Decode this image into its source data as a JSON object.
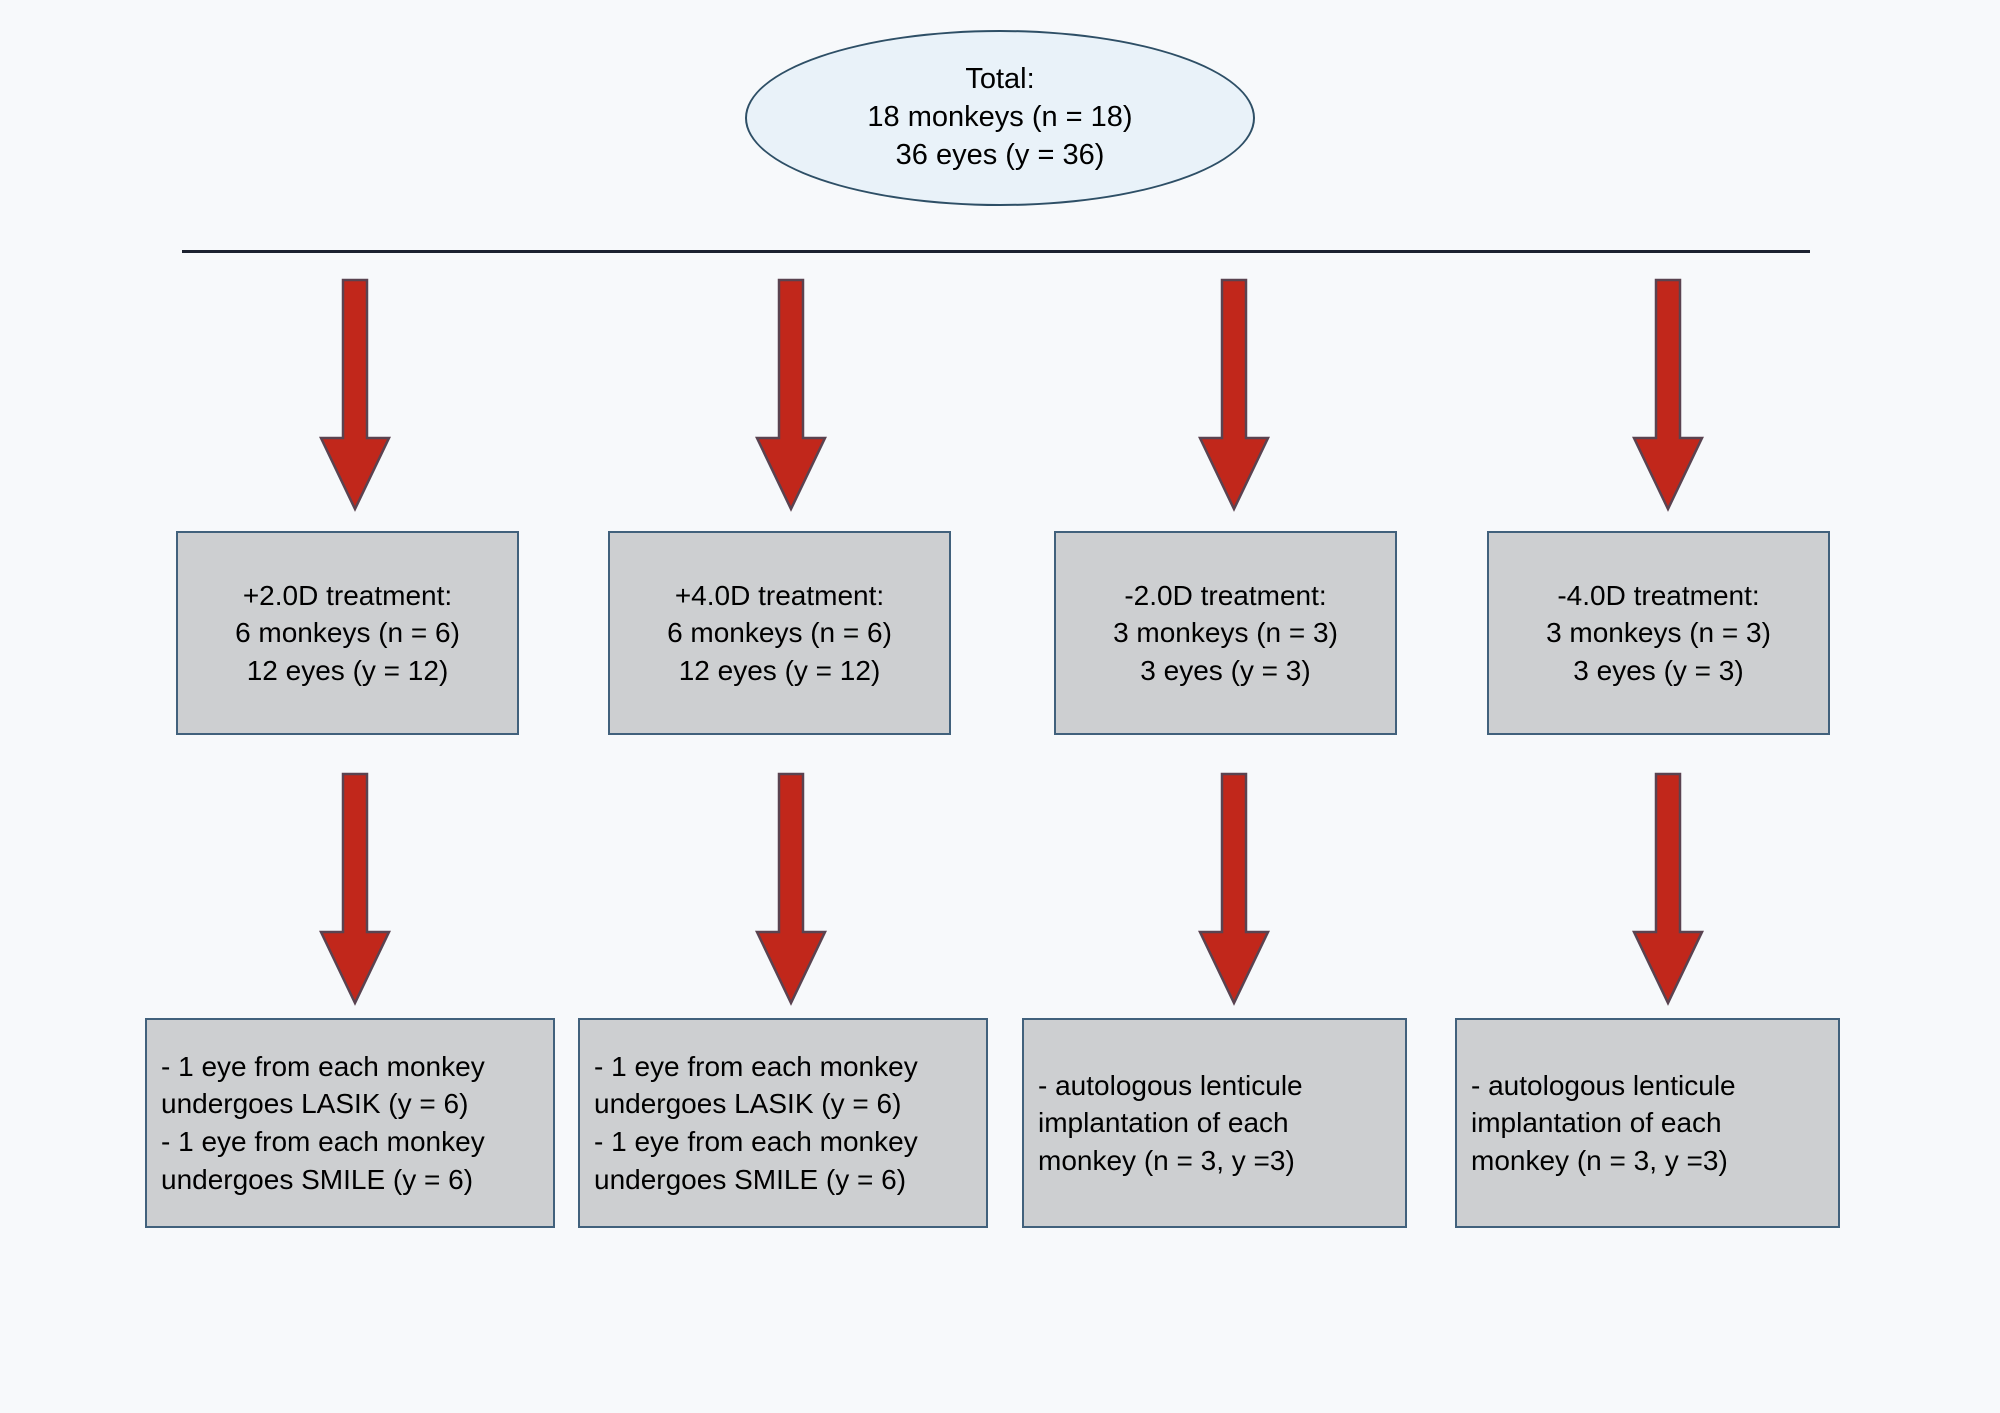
{
  "diagram": {
    "title": "Monkey refractive surgery study design flowchart",
    "colors": {
      "background": "#f7f9fb",
      "ellipse_fill": "#e9f2f9",
      "ellipse_border": "#2e4f66",
      "box_fill": "#cdcfd1",
      "box_border": "#41617c",
      "arrow_fill": "#c1271b",
      "arrow_border": "#5a4350",
      "line": "#1c2230",
      "text": "#000000"
    },
    "root": {
      "shape": "ellipse",
      "lines": [
        "Total:",
        "18 monkeys (n = 18)",
        "36 eyes (y = 36)"
      ]
    },
    "connector_bar": {
      "orientation": "horizontal",
      "label": "distribution-bar"
    },
    "branches": [
      {
        "key": "plus-2d",
        "treatment": {
          "lines": [
            "+2.0D treatment:",
            "6 monkeys (n = 6)",
            "12 eyes (y = 12)"
          ]
        },
        "outcome": {
          "align": "left",
          "lines": [
            "- 1 eye from each monkey",
            "undergoes LASIK (y = 6)",
            "- 1 eye from each monkey",
            "undergoes SMILE (y = 6)"
          ]
        }
      },
      {
        "key": "plus-4d",
        "treatment": {
          "lines": [
            "+4.0D treatment:",
            "6 monkeys (n = 6)",
            "12 eyes (y = 12)"
          ]
        },
        "outcome": {
          "align": "left",
          "lines": [
            "- 1 eye from each monkey",
            "undergoes LASIK (y = 6)",
            "- 1 eye from each monkey",
            "undergoes SMILE (y = 6)"
          ]
        }
      },
      {
        "key": "minus-2d",
        "treatment": {
          "lines": [
            "-2.0D treatment:",
            "3 monkeys (n = 3)",
            "3 eyes (y = 3)"
          ]
        },
        "outcome": {
          "align": "left",
          "lines": [
            "- autologous lenticule",
            "implantation of each",
            "monkey (n = 3, y =3)"
          ]
        }
      },
      {
        "key": "minus-4d",
        "treatment": {
          "lines": [
            "-4.0D treatment:",
            "3 monkeys (n = 3)",
            "3 eyes (y = 3)"
          ]
        },
        "outcome": {
          "align": "left",
          "lines": [
            "- autologous lenticule",
            "implantation of each",
            "monkey (n = 3, y =3)"
          ]
        }
      }
    ],
    "arrows": {
      "icon": "arrow-down-icon",
      "count": 8,
      "rows": [
        "root-to-treatment",
        "treatment-to-outcome"
      ]
    }
  }
}
